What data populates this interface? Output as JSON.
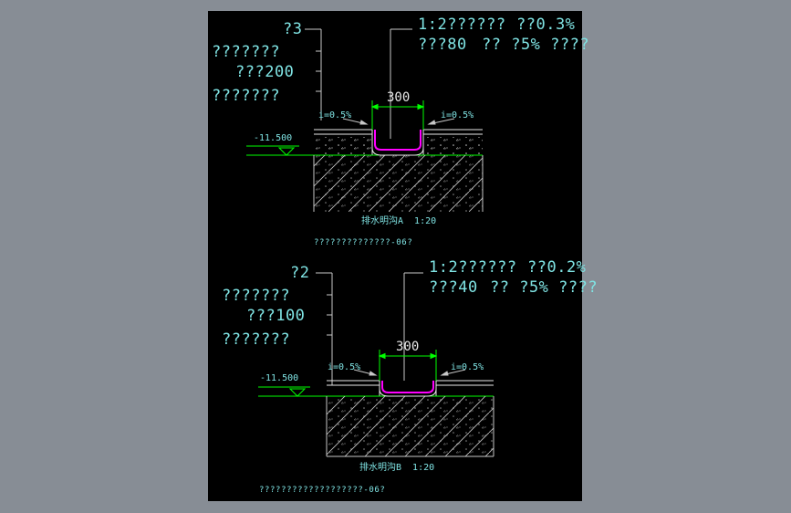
{
  "colors": {
    "background": "#878d95",
    "sheet": "#000000",
    "text": "#7fe3e3",
    "line": "#e8e8e8",
    "dimension": "#00ff00",
    "channel": "#ff00ff",
    "leader": "#c8c8c8",
    "hatch": "#c8c8c8"
  },
  "detail_a": {
    "layer_tag": "?3",
    "layer_lines": [
      "???????",
      "???200",
      "???????"
    ],
    "spec_line1": "1:2??????",
    "spec_slope": "??0.3%",
    "spec_line2": "???80",
    "spec_note": "?? ?5% ????",
    "width_dim": "300",
    "slope_left": "i=0.5%",
    "slope_right": "i=0.5%",
    "elevation": "-11.500",
    "title": "排水明沟A  1:20",
    "subtitle": "??????????????-06?"
  },
  "detail_b": {
    "layer_tag": "?2",
    "layer_lines": [
      "???????",
      "???100",
      "???????"
    ],
    "spec_line1": "1:2??????",
    "spec_slope": "??0.2%",
    "spec_line2": "???40",
    "spec_note": "?? ?5% ????",
    "width_dim": "300",
    "slope_left": "i=0.5%",
    "slope_right": "i=0.5%",
    "elevation": "-11.500",
    "title": "排水明沟B  1:20",
    "subtitle": "???????????????????-06?"
  }
}
